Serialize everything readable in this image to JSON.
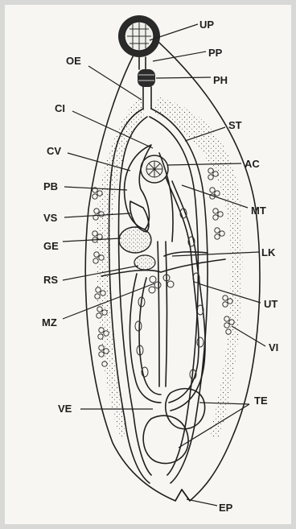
{
  "figure": {
    "labels": {
      "UP": "UP",
      "PP": "PP",
      "PH": "PH",
      "OE": "OE",
      "CI": "CI",
      "ST": "ST",
      "CV": "CV",
      "AC": "AC",
      "PB": "PB",
      "MT": "MT",
      "VS": "VS",
      "GE": "GE",
      "LK": "LK",
      "RS": "RS",
      "UT": "UT",
      "MZ": "MZ",
      "VI": "VI",
      "VE": "VE",
      "TE": "TE",
      "EP": "EP"
    },
    "colors": {
      "paper": "#f7f6f2",
      "ink": "#1f1f1f",
      "background": "#d8d8d6",
      "stipple": "#4a4a4a"
    }
  }
}
